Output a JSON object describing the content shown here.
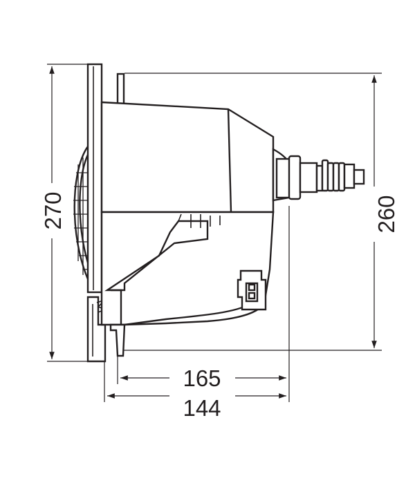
{
  "dimensions": {
    "height_left": "270",
    "height_right": "260",
    "width_inner": "165",
    "width_outer": "144"
  },
  "colors": {
    "line": "#231f20",
    "background": "#ffffff"
  }
}
